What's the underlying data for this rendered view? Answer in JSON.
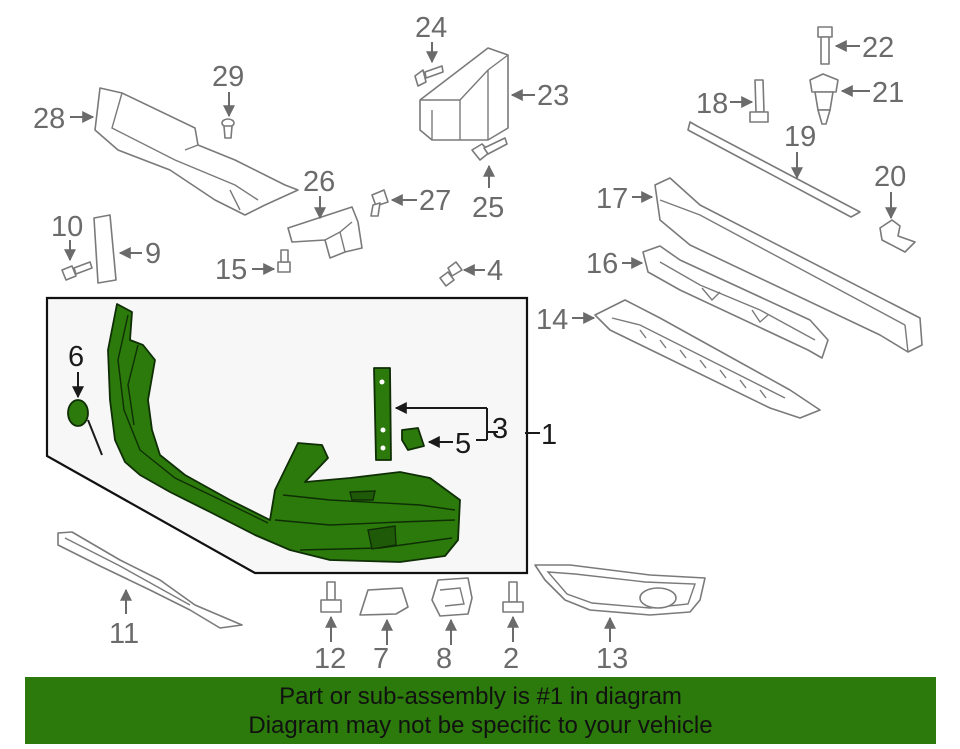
{
  "diagram": {
    "callouts": [
      "1",
      "2",
      "3",
      "4",
      "5",
      "6",
      "7",
      "8",
      "9",
      "10",
      "11",
      "12",
      "13",
      "14",
      "15",
      "16",
      "17",
      "18",
      "19",
      "20",
      "21",
      "22",
      "23",
      "24",
      "25",
      "26",
      "27",
      "28",
      "29"
    ]
  },
  "banner": {
    "line1": "Part or sub-assembly is #1 in diagram",
    "line2": "Diagram may not be specific to your vehicle"
  },
  "colors": {
    "highlight": "#2b7a0b",
    "outline": "#7a7a7a",
    "inset_background": "#f7f7f7"
  }
}
